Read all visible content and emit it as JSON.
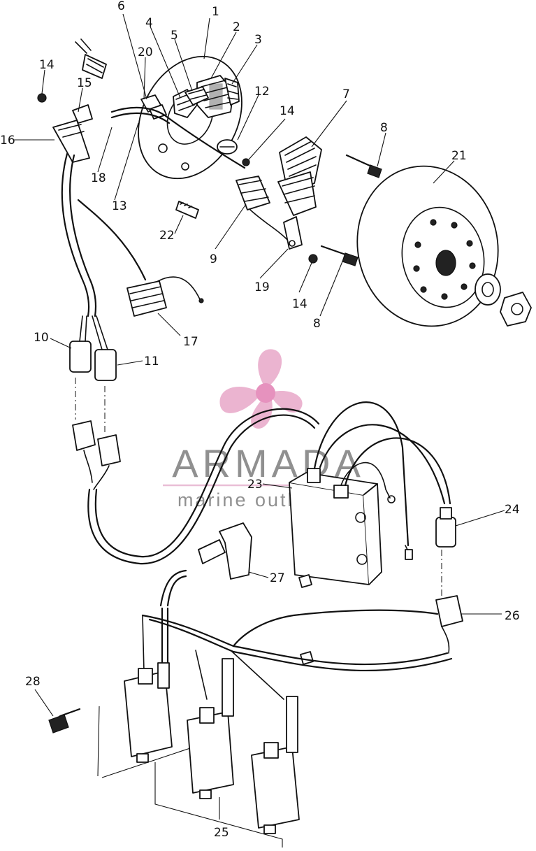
{
  "callouts": {
    "c1": "1",
    "c2": "2",
    "c3": "3",
    "c4": "4",
    "c5": "5",
    "c6": "6",
    "c7": "7",
    "c8a": "8",
    "c8b": "8",
    "c9": "9",
    "c10": "10",
    "c11": "11",
    "c12": "12",
    "c13": "13",
    "c14a": "14",
    "c14b": "14",
    "c14c": "14",
    "c15": "15",
    "c16": "16",
    "c17": "17",
    "c18": "18",
    "c19": "19",
    "c20": "20",
    "c21": "21",
    "c22": "22",
    "c23": "23",
    "c24": "24",
    "c25": "25",
    "c26": "26",
    "c27": "27",
    "c28": "28"
  },
  "watermark": {
    "name": "ARMADA",
    "tagline": "marine outboards",
    "logo_icon": "propeller-logo-icon",
    "colors": {
      "text": "#7d7d7d",
      "logo": "#e8a7c8",
      "logo_hub": "#e27fb3",
      "underline": "#e6b3cf"
    }
  }
}
